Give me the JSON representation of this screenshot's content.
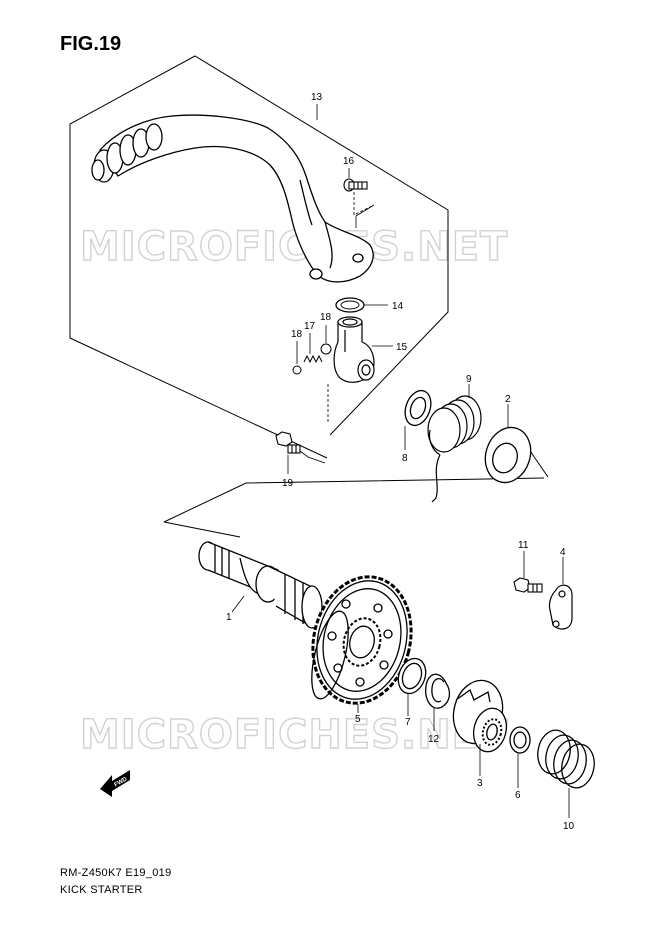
{
  "figure": {
    "title": "FIG.19",
    "model_code": "RM-Z450K7 E19_019",
    "section_name": "KICK STARTER"
  },
  "watermark": {
    "text": "MICROFICHES.NET"
  },
  "fwd_arrow": {
    "label": "FWD"
  },
  "callouts": [
    "13",
    "16",
    "14",
    "18",
    "17",
    "18",
    "15",
    "19",
    "9",
    "2",
    "8",
    "11",
    "4",
    "1",
    "5",
    "7",
    "12",
    "3",
    "6",
    "10"
  ],
  "colors": {
    "line": "#000000",
    "watermark": "#d2d2d2",
    "background": "#ffffff"
  }
}
